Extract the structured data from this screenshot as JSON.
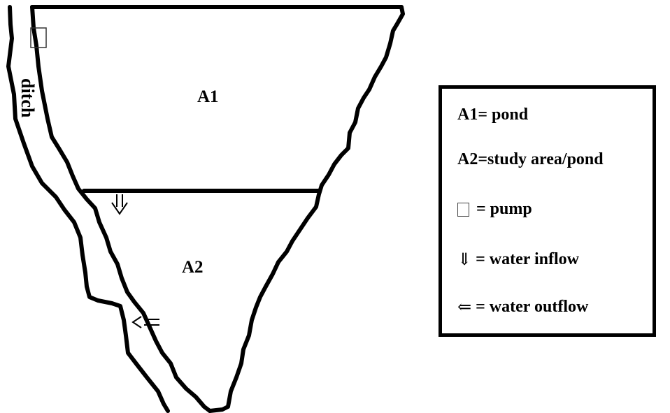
{
  "diagram": {
    "areas": [
      {
        "id": "A1",
        "label": "A1"
      },
      {
        "id": "A2",
        "label": "A2"
      }
    ],
    "ditch_label": "ditch"
  },
  "legend": {
    "items": [
      {
        "symbol": "",
        "text": "A1= pond"
      },
      {
        "symbol": "",
        "text": "A2=study area/pond"
      },
      {
        "symbol": "pump-square-icon",
        "text": " = pump"
      },
      {
        "symbol": "⇓",
        "text": " = water inflow"
      },
      {
        "symbol": "⇐",
        "text": " = water outflow"
      }
    ]
  }
}
